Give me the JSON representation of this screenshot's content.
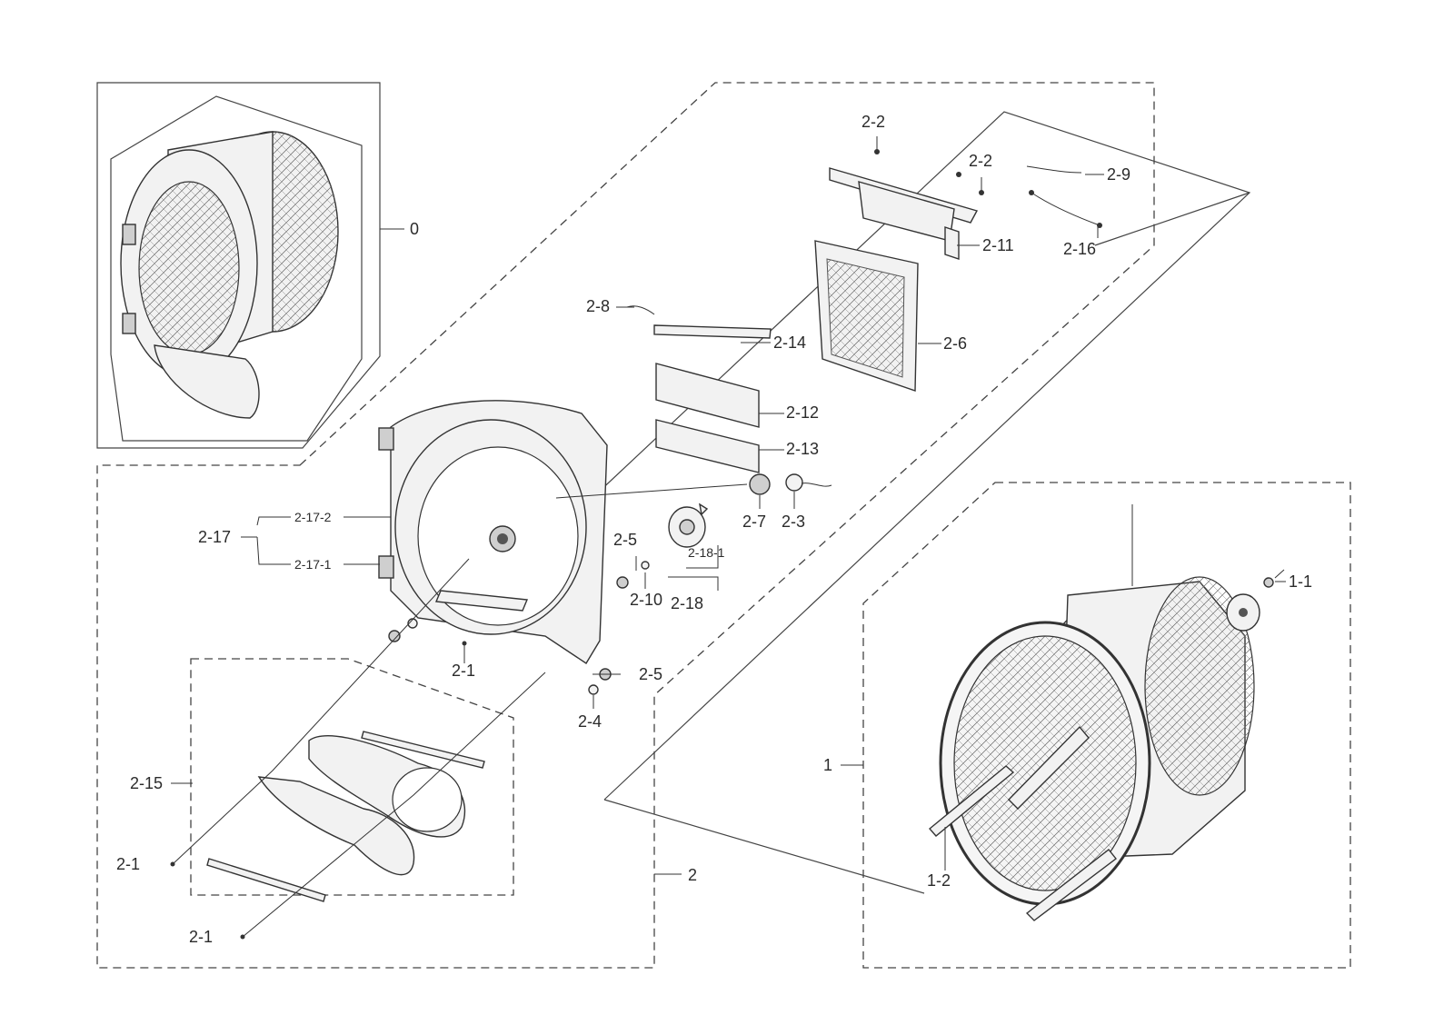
{
  "labels": {
    "l0": "0",
    "l1": "1",
    "l1_1": "1-1",
    "l1_2": "1-2",
    "l2": "2",
    "l2_1a": "2-1",
    "l2_1b": "2-1",
    "l2_1c": "2-1",
    "l2_2a": "2-2",
    "l2_2b": "2-2",
    "l2_3": "2-3",
    "l2_4": "2-4",
    "l2_5a": "2-5",
    "l2_5b": "2-5",
    "l2_6": "2-6",
    "l2_7": "2-7",
    "l2_8": "2-8",
    "l2_9": "2-9",
    "l2_10": "2-10",
    "l2_11": "2-11",
    "l2_12": "2-12",
    "l2_13": "2-13",
    "l2_14": "2-14",
    "l2_15": "2-15",
    "l2_16": "2-16",
    "l2_17": "2-17",
    "l2_17_1": "2-17-1",
    "l2_17_2": "2-17-2",
    "l2_18": "2-18",
    "l2_18_1": "2-18-1"
  }
}
